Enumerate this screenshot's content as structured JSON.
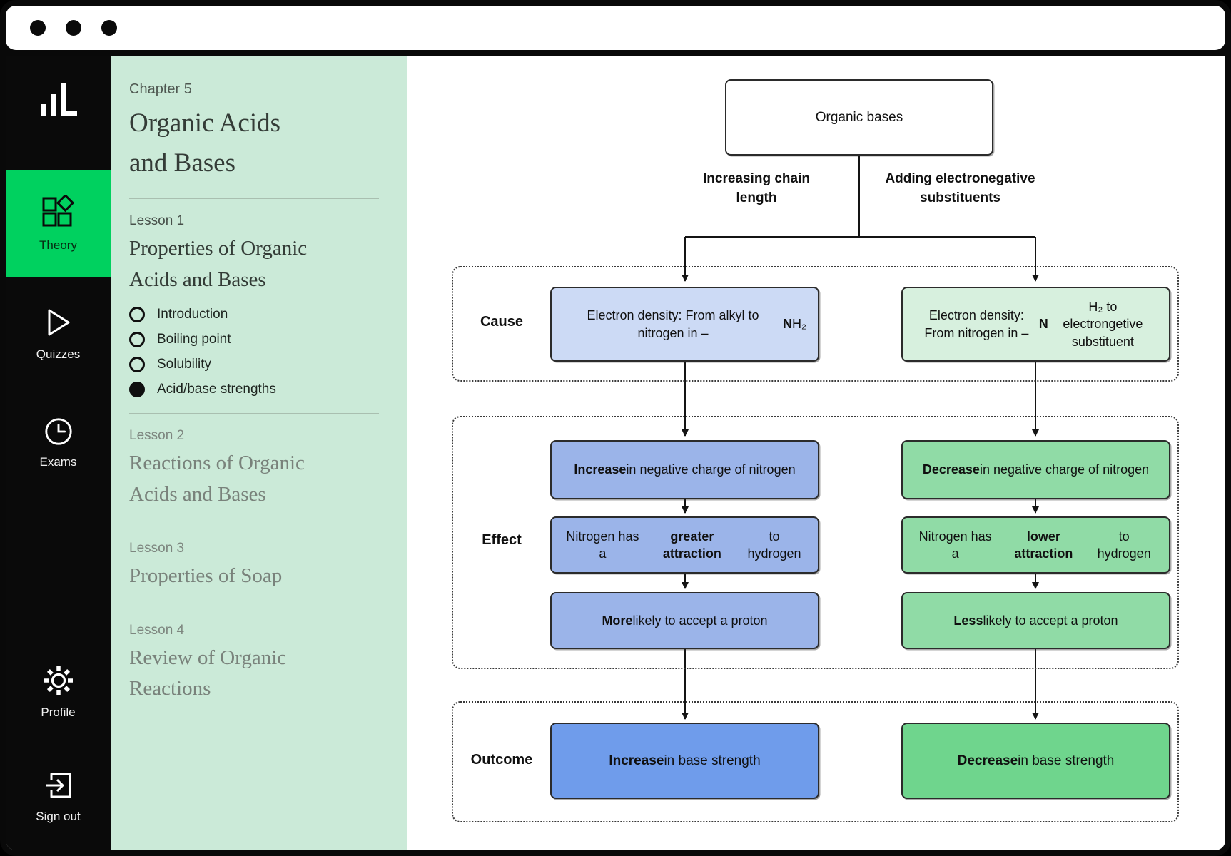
{
  "window": {
    "controls": [
      "dot",
      "dot",
      "dot"
    ]
  },
  "sidebar": {
    "active_color": "#00d15f",
    "items": [
      {
        "id": "theory",
        "label": "Theory",
        "icon": "theory-blocks-icon",
        "active": true
      },
      {
        "id": "quizzes",
        "label": "Quizzes",
        "icon": "play-triangle-icon",
        "active": false
      },
      {
        "id": "exams",
        "label": "Exams",
        "icon": "clock-icon",
        "active": false
      },
      {
        "id": "profile",
        "label": "Profile",
        "icon": "gear-icon",
        "active": false
      },
      {
        "id": "signout",
        "label": "Sign out",
        "icon": "sign-out-icon",
        "active": false
      }
    ]
  },
  "lesson_nav": {
    "panel_color": "#cbead8",
    "chapter_label": "Chapter 5",
    "chapter_title": "Organic Acids and Bases",
    "lessons": [
      {
        "label": "Lesson 1",
        "title": "Properties of Organic Acids and Bases",
        "active": true,
        "topics": [
          {
            "label": "Introduction",
            "state": "not-selected"
          },
          {
            "label": "Boiling point",
            "state": "not-selected"
          },
          {
            "label": "Solubility",
            "state": "not-selected"
          },
          {
            "label": "Acid/base strengths",
            "state": "selected"
          }
        ]
      },
      {
        "label": "Lesson 2",
        "title": "Reactions of Organic Acids and Bases",
        "active": false
      },
      {
        "label": "Lesson 3",
        "title": "Properties of Soap",
        "active": false
      },
      {
        "label": "Lesson 4",
        "title": "Review of Organic Reactions",
        "active": false
      }
    ]
  },
  "diagram": {
    "root_label": "Organic bases",
    "branch_labels": {
      "left": "Increasing chain length",
      "right": "Adding electronegative substituents"
    },
    "row_labels": {
      "cause": "Cause",
      "effect": "Effect",
      "outcome": "Outcome"
    },
    "left_branch": {
      "cause": "Electron density: From alkyl to nitrogen in –**N**H₂",
      "effects": [
        "**Increase** in negative charge of nitrogen",
        "Nitrogen has a **greater attraction** to hydrogen",
        "**More** likely to accept a proton"
      ],
      "outcome": "**Increase** in base strength"
    },
    "right_branch": {
      "cause": "Electron density: From nitrogen in –**N**H₂ to electrongetive substituent",
      "effects": [
        "**Decrease** in negative charge of nitrogen",
        "Nitrogen has a **lower attraction** to hydrogen",
        "**Less** likely to accept a proton"
      ],
      "outcome": "**Decrease** in base strength"
    },
    "colors": {
      "left_cause": "#ccdaf5",
      "left_effect": "#9bb4e9",
      "left_outcome": "#6f9ceb",
      "right_cause": "#d7f0de",
      "right_effect": "#90dba6",
      "right_outcome": "#6fd58d"
    }
  }
}
